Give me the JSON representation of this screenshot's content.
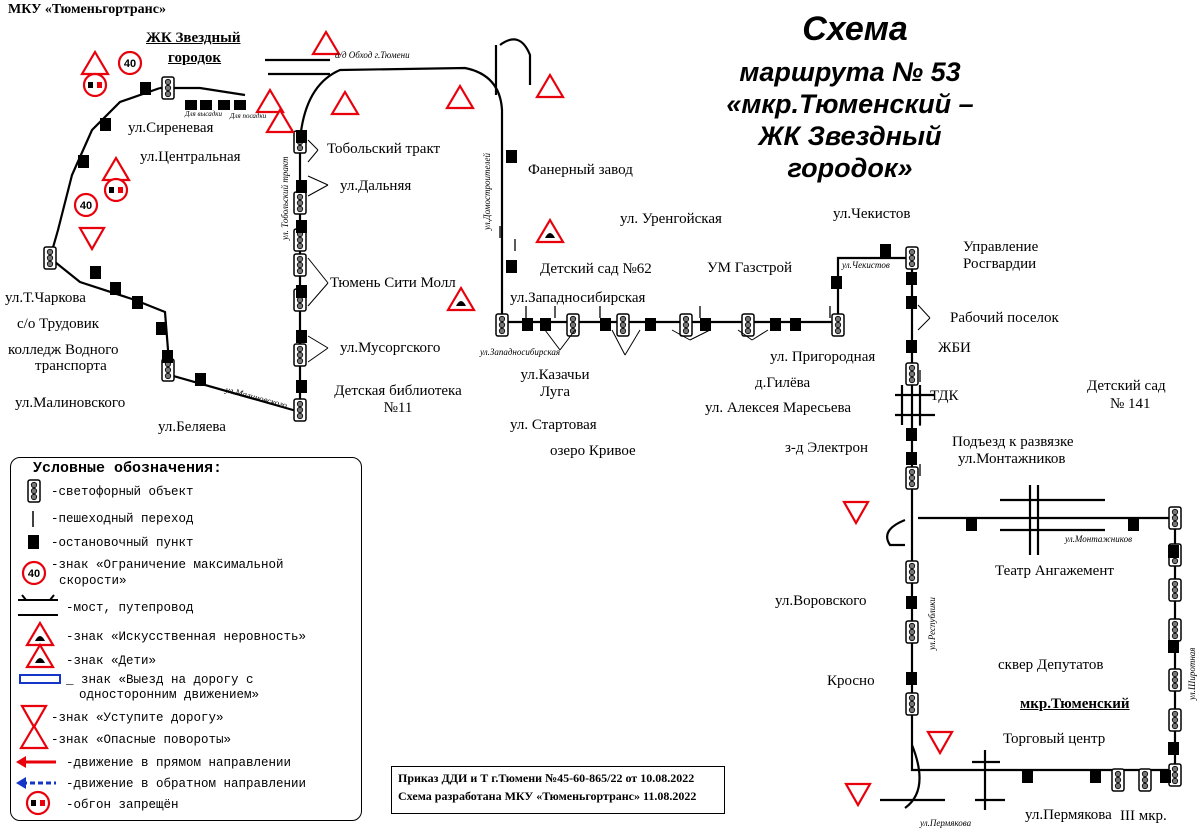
{
  "org": "МКУ «Тюменьгортранс»",
  "title": {
    "line1": "Схема",
    "line2": "маршрута № 53",
    "line3": "«мкр.Тюменский –",
    "line4": "ЖК Звездный",
    "line5": "городок»"
  },
  "stops": {
    "zhk_top": "ЖК Звездный",
    "zhk_bottom": "городок",
    "sirenevaya": "ул.Сиреневая",
    "centralnaya": "ул.Центральная",
    "charkova": "ул.Т.Чаркова",
    "trudovik": "с/о Трудовик",
    "college1": "колледж Водного",
    "college2": "транспорта",
    "malinovskogo": "ул.Малиновского",
    "belyaeva": "ул.Беляева",
    "tobolsky": "Тобольский тракт",
    "dalnyaya": "ул.Дальняя",
    "city_moll": "Тюмень Сити Молл",
    "musorgskogo": "ул.Мусоргского",
    "library1": "Детская библиотека",
    "library2": "№11",
    "faner": "Фанерный завод",
    "sad62": "Детский сад №62",
    "zapsib": "ул.Западносибирская",
    "urengoy": "ул. Уренгойская",
    "gazstroy": "УМ Газстрой",
    "chekistov": "ул.Чекистов",
    "rosgv1": "Управление",
    "rosgv2": "Росгвардии",
    "rabochiy": "Рабочий поселок",
    "zhbi": "ЖБИ",
    "tdk": "ТДК",
    "kazachi1": "ул.Казачьи",
    "kazachi2": "Луга",
    "startovaya": "ул. Стартовая",
    "krivoe": "озеро Кривое",
    "gileva": "д.Гилёва",
    "prigorodnaya": "ул. Пригородная",
    "maresyeva": "ул. Алексея Маресьева",
    "elektron": "з-д Электрон",
    "podezd1": "Подъезд к развязке",
    "podezd2": "ул.Монтажников",
    "sad141_1": "Детский сад",
    "sad141_2": "№ 141",
    "angazhement": "Театр Ангажемент",
    "vorovskogo": "ул.Воровского",
    "krosno": "Кросно",
    "skver": "сквер Депутатов",
    "tyumensky": "мкр.Тюменский",
    "torg": "Торговый центр",
    "permyakova": "ул.Пермякова",
    "mkr3": "III мкр."
  },
  "streets": {
    "obhod": "а/д Обход г.Тюмени",
    "tobolsky_tr": "ул. Тобольский тракт",
    "domostroiteley": "ул.Домостроителей",
    "zapsib_street": "ул.Западносибирская",
    "chekistov_street": "ул.Чекистов",
    "malinovskogo_street": "ул.Малиновского",
    "montazhnikov_street": "ул.Монтажников",
    "respubliki": "ул.Республики",
    "shirotnaya": "ул.Широтная",
    "permyakova_street": "ул.Пермякова",
    "vysadka": "Для высадки",
    "posadka": "Для посадки"
  },
  "signs": {
    "speed": "40"
  },
  "legend": {
    "title": "Условные обозначения:",
    "items": [
      "-светофорный объект",
      "-пешеходный переход",
      "-остановочный пункт",
      "-знак «Ограничение максимальной",
      "скорости»",
      "-мост, путепровод",
      "-знак «Искусственная неровность»",
      "-знак «Дети»",
      "_ знак «Выезд на дорогу с",
      "одностоpонним движением»",
      "-знак «Уступите дорогу»",
      "-знак «Опасные повороты»",
      "-движение в прямом направлении",
      "-движение в обратном направлении",
      "-обгон запрещён"
    ]
  },
  "order": {
    "line1": "Приказ ДДИ и Т г.Тюмени №45-60-865/22 от 10.08.2022",
    "line2": "Схема разработана МКУ «Тюменьгортранс» 11.08.2022"
  },
  "colors": {
    "route": "#000000",
    "forward": "#e8000b",
    "backward": "#1436c8",
    "warning": "#e8000b",
    "bus_stop": "#000000"
  }
}
